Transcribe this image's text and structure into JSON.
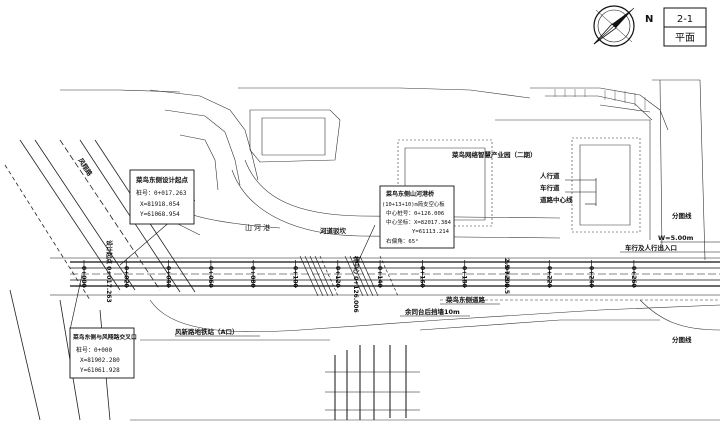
{
  "sheet": {
    "number": "2-1",
    "name": "平面"
  },
  "compass": {
    "letter": "N"
  },
  "labels": {
    "feng_xiang_road": "风翔路",
    "shan_he_gang": "山河港",
    "he_dao_slope": "河道驳坎",
    "industrial_park": "菜鸟网络智慧产业园（二期）",
    "sidewalk": "人行道",
    "carriageway": "车行道",
    "road_centerline": "道路中心线",
    "split_line_top": "分图线",
    "split_line_bottom": "分图线",
    "east_road": "菜鸟东侧道路",
    "sidewalk_entry": "车行及人行出入口",
    "width_note": "W=5.00m",
    "retaining_wall": "余同台后挡墙10m",
    "fengxin_site": "风新路地铁站（A口）"
  },
  "callouts": {
    "design_start": {
      "title": "菜鸟东侧设计起点",
      "station": "桩号：0+017.263",
      "x": "X=81918.054",
      "y": "Y=61068.954"
    },
    "bridge": {
      "title": "菜鸟东侧山河港桥",
      "span": "(10+13+10)m简支空心板",
      "center_station": "中心桩号：0+126.006",
      "center_coord": "中心坐标：X=82017.384",
      "center_y": "Y=61113.214",
      "skew": "右偏角：65°"
    },
    "intersection": {
      "title": "菜鸟东侧与风翔路交叉口",
      "station": "桩号：0+000",
      "x": "X=81902.280",
      "y": "Y=61061.928"
    }
  },
  "stations": [
    "0+000",
    "0+020",
    "0+040",
    "0+060",
    "0+080",
    "0+100",
    "0+120",
    "0+140",
    "0+160",
    "0+180",
    "0+200",
    "0+220",
    "0+240",
    "0+260"
  ],
  "rotated_labels": {
    "design_start_line": "设计起点 0+017.263",
    "bridge_center": "桥中心 0+126.006",
    "cross_section": "2.5 7.5 2.5"
  }
}
